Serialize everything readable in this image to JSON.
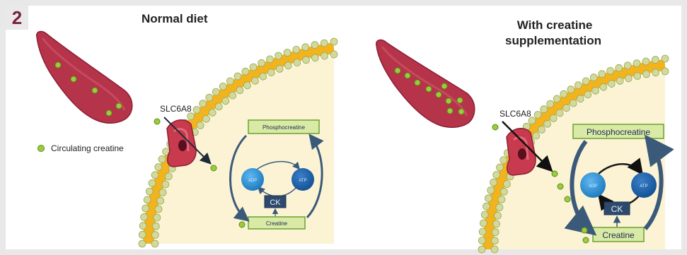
{
  "panel_number": "2",
  "left": {
    "title": "Normal diet",
    "transporter": "SLC6A8",
    "legend": "Circulating creatine",
    "box_top": "Phosphocreatine",
    "box_bottom": "Creatine",
    "enzyme": "CK",
    "adp": "ADP",
    "atp": "ATP"
  },
  "right": {
    "title_line1": "With creatine",
    "title_line2": "supplementation",
    "transporter": "SLC6A8",
    "box_top": "Phosphocreatine",
    "box_bottom": "Creatine",
    "enzyme": "CK",
    "adp": "ADP",
    "atp": "ATP"
  },
  "colors": {
    "vessel": "#b5344a",
    "creatine_dot": "#9ccc3c",
    "membrane_head": "#d2d99a",
    "membrane_tail": "#f3b31c",
    "cytoplasm": "#fbf3d4",
    "box_fill": "#d9eaa7",
    "box_stroke": "#6aa22e",
    "adp_atp": "#1e82c8",
    "ck": "#2d4a6e",
    "arrow": "#3b5a7a"
  }
}
